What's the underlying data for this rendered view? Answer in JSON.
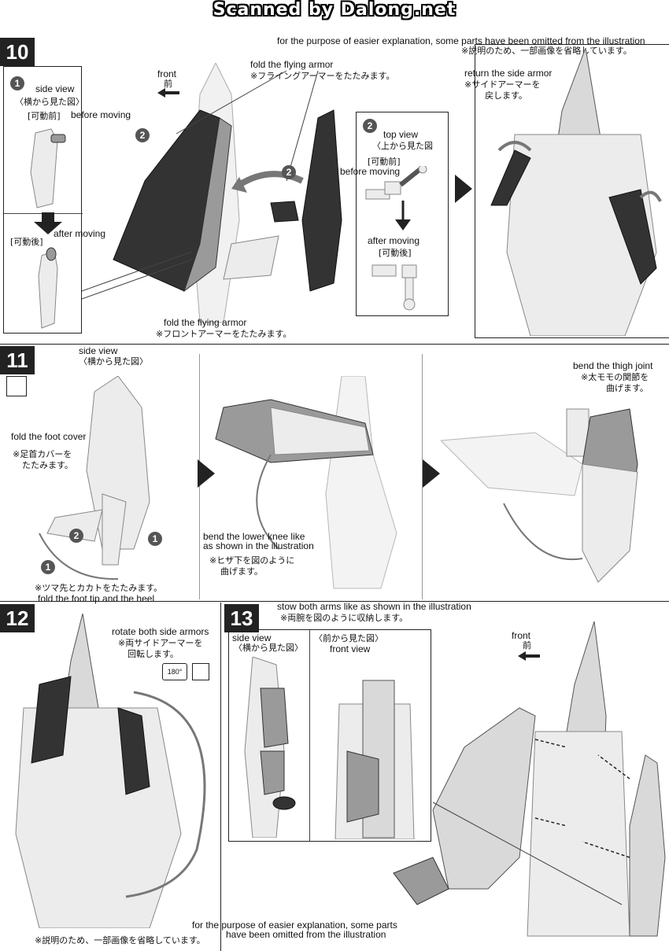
{
  "banner": "Scanned by Dalong.net",
  "top_note_en": "for the purpose of easier explanation, some parts have been omitted from the illustration",
  "top_note_jp": "※説明のため、一部画像を省略しています。",
  "step10": {
    "number": "10",
    "sub1_num": "1",
    "side_view_en": "side view",
    "side_view_jp": "〈横から見た図〉",
    "before_jp": "[可動前]",
    "before_en": "before moving",
    "after_jp": "[可動後]",
    "after_en": "after moving",
    "front_en": "front",
    "front_jp": "前",
    "fold_flying_en": "fold the flying armor",
    "fold_flying_jp": "※フライングアーマーをたたみます。",
    "sub2_num": "2",
    "top_view_en": "top view",
    "top_view_jp": "〈上から見た図",
    "box_before_jp": "[可動前]",
    "box_before_en": "before moving",
    "box_after_en": "after moving",
    "box_after_jp": "[可動後]",
    "fold_front_en": "fold the flying armor",
    "fold_front_jp": "※フロントアーマーをたたみます。",
    "return_en": "return the side armor",
    "return_jp1": "※サイドアーマーを",
    "return_jp2": "戻します。"
  },
  "step11": {
    "number": "11",
    "side_view_en": "side view",
    "side_view_jp": "〈横から見た図〉",
    "foot_cover_en": "fold the foot cover",
    "foot_cover_jp1": "※足首カバーを",
    "foot_cover_jp2": "たたみます。",
    "num1": "1",
    "num2": "2",
    "foot_tip_jp": "※ツマ先とカカトをたたみます。",
    "foot_tip_en": "fold the foot tip and the heel",
    "knee_en1": "bend the lower knee like",
    "knee_en2": "as shown in the illustration",
    "knee_jp1": "※ヒザ下を図のように",
    "knee_jp2": "曲げます。",
    "thigh_en": "bend the thigh joint",
    "thigh_jp1": "※太モモの関節を",
    "thigh_jp2": "曲げます。"
  },
  "step12": {
    "number": "12",
    "rotate_en": "rotate both side armors",
    "rotate_jp1": "※両サイドアーマーを",
    "rotate_jp2": "回転します。",
    "angle": "180°",
    "note_jp": "※説明のため、一部画像を省略しています。"
  },
  "step13": {
    "number": "13",
    "stow_en": "stow both arms like as shown in the illustration",
    "stow_jp": "※両腕を図のように収納します。",
    "side_view_en": "side view",
    "side_view_jp": "〈横から見た図〉",
    "front_view_jp": "〈前から見た図〉",
    "front_view_en": "front view",
    "front_en": "front",
    "front_jp": "前",
    "note_en1": "for the purpose of easier explanation, some parts",
    "note_en2": "have been omitted from the illustration"
  }
}
